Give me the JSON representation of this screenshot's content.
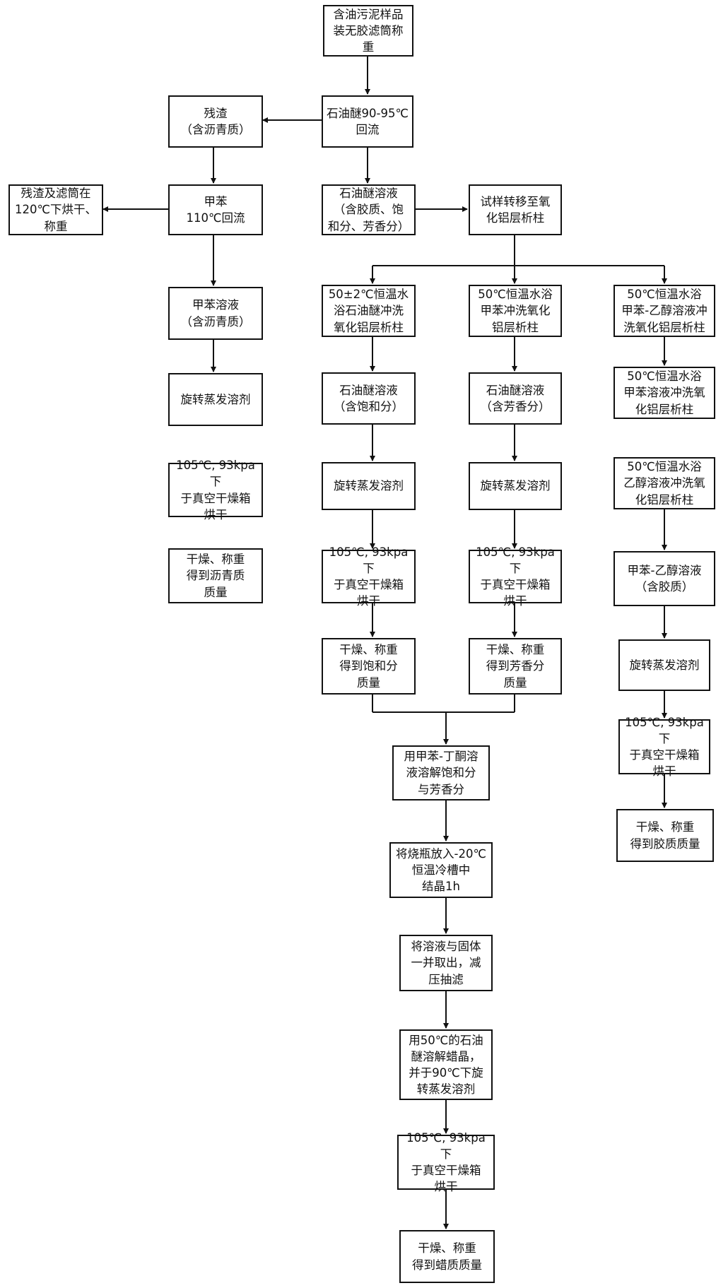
{
  "nodes": {
    "sample": "含油污泥样品\n装无胶滤筒称\n重",
    "pe_reflux": "石油醚90-95℃\n回流",
    "residue": "残渣\n（含沥青质）",
    "toluene_reflux": "甲苯\n110℃回流",
    "residue_dry": "残渣及滤筒在\n120℃下烘干、\n称重",
    "pe_solution": "石油醚溶液\n（含胶质、饱\n和分、芳香分）",
    "transfer": "试样转移至氧\n化铝层析柱",
    "toluene_solution": "甲苯溶液\n（含沥青质）",
    "rotavap_a": "旋转蒸发溶剂",
    "dry_a": "105℃, 93kpa下\n于真空干燥箱\n烘干",
    "weigh_a": "干燥、称重\n得到沥青质\n质量",
    "wash_pe": "50±2℃恒温水\n浴石油醚冲洗\n氧化铝层析柱",
    "wash_toluene": "50℃恒温水浴\n甲苯冲洗氧化\n铝层析柱",
    "wash_te": "50℃恒温水浴\n甲苯-乙醇溶液冲\n洗氧化铝层析柱",
    "sat_solution": "石油醚溶液\n（含饱和分）",
    "aro_solution": "石油醚溶液\n（含芳香分）",
    "wash_toluene2": "50℃恒温水浴\n甲苯溶液冲洗氧\n化铝层析柱",
    "rotavap_s": "旋转蒸发溶剂",
    "rotavap_r": "旋转蒸发溶剂",
    "wash_ethanol": "50℃恒温水浴\n乙醇溶液冲洗氧\n化铝层析柱",
    "dry_s": "105℃, 93kpa下\n于真空干燥箱\n烘干",
    "dry_r": "105℃, 93kpa下\n于真空干燥箱\n烘干",
    "te_solution": "甲苯-乙醇溶液\n（含胶质）",
    "weigh_s": "干燥、称重\n得到饱和分\n质量",
    "weigh_r": "干燥、称重\n得到芳香分\n质量",
    "rotavap_g": "旋转蒸发溶剂",
    "dissolve": "用甲苯-丁酮溶\n液溶解饱和分\n与芳香分",
    "dry_g": "105℃, 93kpa下\n于真空干燥箱\n烘干",
    "freeze": "将烧瓶放入-20℃\n恒温冷槽中\n结晶1h",
    "weigh_g": "干燥、称重\n得到胶质质量",
    "filter": "将溶液与固体\n一并取出，减\n压抽滤",
    "redissolve": "用50℃的石油\n醚溶解蜡晶，\n并于90℃下旋\n转蒸发溶剂",
    "dry_w": "105℃, 93kpa下\n于真空干燥箱\n烘干",
    "weigh_w": "干燥、称重\n得到蜡质质量"
  }
}
